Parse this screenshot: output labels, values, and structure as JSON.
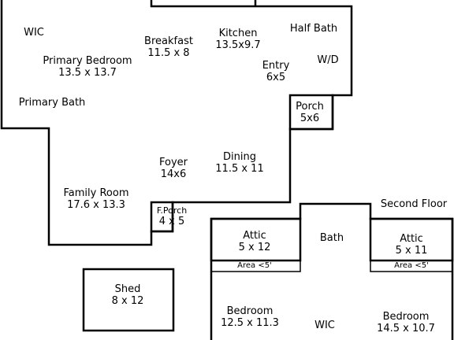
{
  "rooms": {
    "wic_main": {
      "name": "WIC"
    },
    "primary_bedroom": {
      "name": "Primary Bedroom",
      "dims": "13.5 x 13.7"
    },
    "breakfast": {
      "name": "Breakfast",
      "dims": "11.5 x 8"
    },
    "kitchen": {
      "name": "Kitchen",
      "dims": "13.5x9.7"
    },
    "half_bath": {
      "name": "Half Bath"
    },
    "entry": {
      "name": "Entry",
      "dims": "6x5"
    },
    "wd": {
      "name": "W/D"
    },
    "primary_bath": {
      "name": "Primary Bath"
    },
    "porch": {
      "name": "Porch",
      "dims": "5x6"
    },
    "foyer": {
      "name": "Foyer",
      "dims": "14x6"
    },
    "dining": {
      "name": "Dining",
      "dims": "11.5 x 11"
    },
    "family_room": {
      "name": "Family Room",
      "dims": "17.6 x 13.3"
    },
    "front_porch": {
      "name": "F.Porch",
      "dims": "4 x 5"
    },
    "second_floor": {
      "name": "Second Floor"
    },
    "attic_left": {
      "name": "Attic",
      "dims": "5 x 12"
    },
    "bath_upper": {
      "name": "Bath"
    },
    "attic_right": {
      "name": "Attic",
      "dims": "5 x 11"
    },
    "area_left": {
      "name": "Area <5'"
    },
    "area_right": {
      "name": "Area <5'"
    },
    "shed": {
      "name": "Shed",
      "dims": "8 x 12"
    },
    "bedroom_left": {
      "name": "Bedroom",
      "dims": "12.5 x 11.3"
    },
    "wic_upper": {
      "name": "WIC"
    },
    "bedroom_right": {
      "name": "Bedroom",
      "dims": "14.5 x 10.7"
    }
  }
}
